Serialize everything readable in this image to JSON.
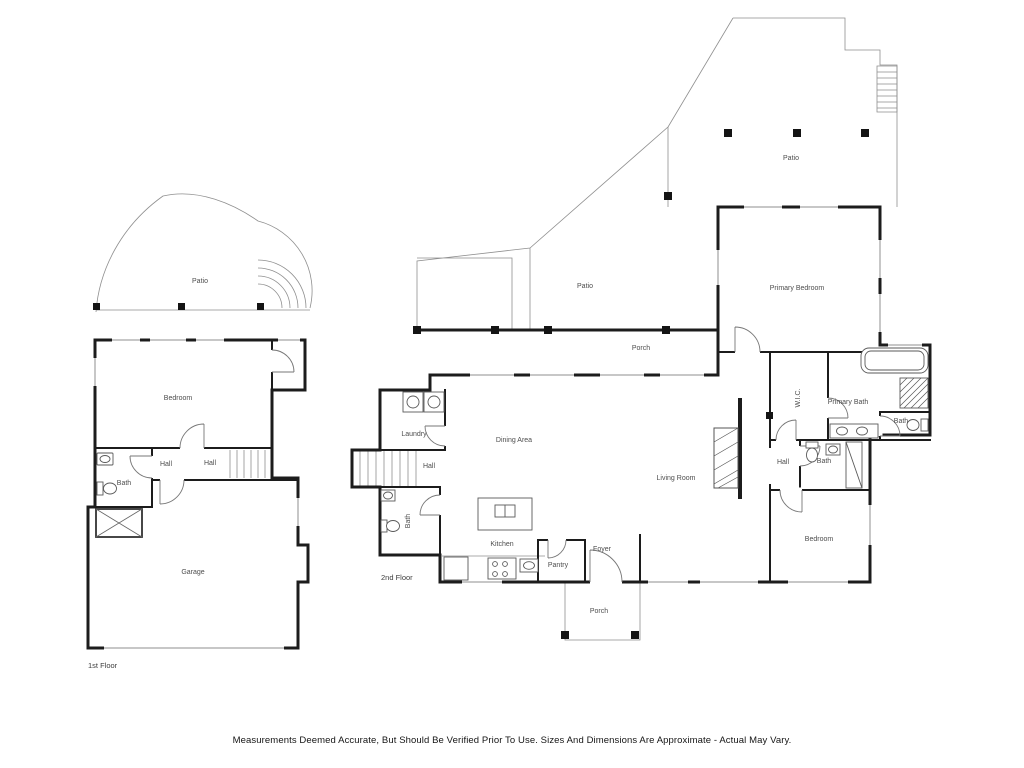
{
  "palette": {
    "walls": "#1c1c1c",
    "thin_lines": "#8f8f8f",
    "labels": "#4d4d4d"
  },
  "floor1": {
    "label": "1st Floor",
    "rooms": {
      "patio": "Patio",
      "bedroom": "Bedroom",
      "hall_a": "Hall",
      "hall_b": "Hall",
      "bath": "Bath",
      "garage": "Garage"
    }
  },
  "floor2": {
    "label": "2nd Floor",
    "rooms": {
      "patio_upper": "Patio",
      "patio_lower": "Patio",
      "porch_rear": "Porch",
      "primary_bedroom": "Primary Bedroom",
      "wic": "W.I.C.",
      "primary_bath": "Primary Bath",
      "bath_wc": "Bath",
      "laundry": "Laundry",
      "hall_center": "Hall",
      "dining_area": "Dining Area",
      "living_room": "Living Room",
      "hall_right": "Hall",
      "bath_right": "Bath",
      "bath_left": "Bath",
      "kitchen": "Kitchen",
      "pantry": "Pantry",
      "foyer": "Foyer",
      "bedroom": "Bedroom",
      "porch_front": "Porch"
    }
  },
  "footer": {
    "disclaimer": "Measurements Deemed Accurate, But Should Be Verified Prior To Use. Sizes And Dimensions Are Approximate - Actual May Vary."
  }
}
